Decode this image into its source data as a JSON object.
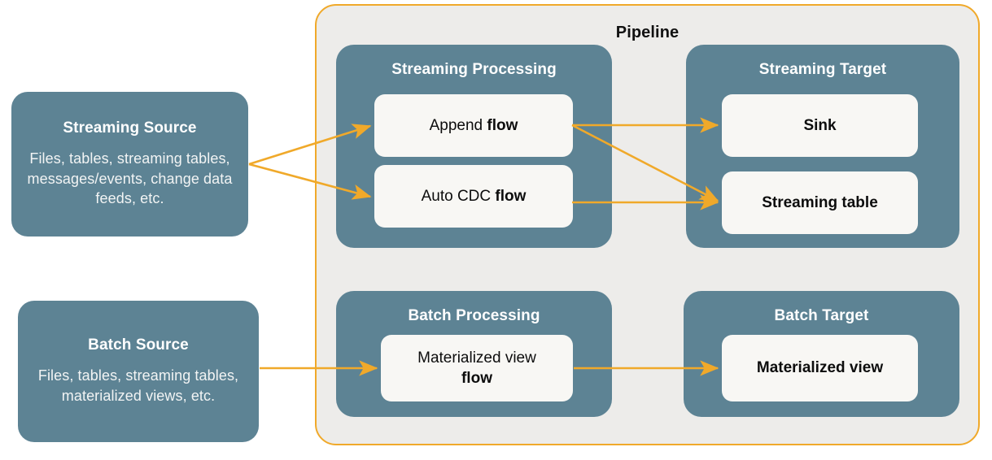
{
  "diagram": {
    "title": "Pipeline",
    "colors": {
      "accent_orange": "#f0a92a",
      "box_teal": "#5d8394",
      "container_bg": "#edecea",
      "card_bg": "#f8f7f4",
      "page_bg": "#ffffff"
    }
  },
  "sources": [
    {
      "id": "streaming-source",
      "title": "Streaming Source",
      "description": "Files, tables, streaming tables, messages/events, change data feeds, etc."
    },
    {
      "id": "batch-source",
      "title": "Batch Source",
      "description": "Files, tables, streaming tables, materialized views, etc."
    }
  ],
  "groups": [
    {
      "id": "streaming-processing",
      "title": "Streaming Processing",
      "cards": [
        {
          "id": "append-flow",
          "text_regular": "Append ",
          "text_bold": "flow"
        },
        {
          "id": "auto-cdc-flow",
          "text_regular": "Auto CDC ",
          "text_bold": "flow"
        }
      ]
    },
    {
      "id": "streaming-target",
      "title": "Streaming Target",
      "cards": [
        {
          "id": "sink",
          "text_regular": "",
          "text_bold": "Sink"
        },
        {
          "id": "streaming-table",
          "text_regular": "",
          "text_bold": "Streaming table"
        }
      ]
    },
    {
      "id": "batch-processing",
      "title": "Batch Processing",
      "cards": [
        {
          "id": "materialized-view-flow",
          "text_regular": "Materialized view",
          "text_bold": "flow"
        }
      ]
    },
    {
      "id": "batch-target",
      "title": "Batch Target",
      "cards": [
        {
          "id": "materialized-view",
          "text_regular": "",
          "text_bold": "Materialized view"
        }
      ]
    }
  ],
  "connections": [
    {
      "id": "streaming-source-to-append-flow",
      "from": "streaming-source",
      "to": "append-flow"
    },
    {
      "id": "streaming-source-to-auto-cdc-flow",
      "from": "streaming-source",
      "to": "auto-cdc-flow"
    },
    {
      "id": "append-flow-to-sink",
      "from": "append-flow",
      "to": "sink"
    },
    {
      "id": "append-flow-to-streaming-table",
      "from": "append-flow",
      "to": "streaming-table"
    },
    {
      "id": "auto-cdc-flow-to-streaming-table",
      "from": "auto-cdc-flow",
      "to": "streaming-table"
    },
    {
      "id": "batch-source-to-materialized-view-flow",
      "from": "batch-source",
      "to": "materialized-view-flow"
    },
    {
      "id": "materialized-view-flow-to-materialized-view",
      "from": "materialized-view-flow",
      "to": "materialized-view"
    }
  ]
}
